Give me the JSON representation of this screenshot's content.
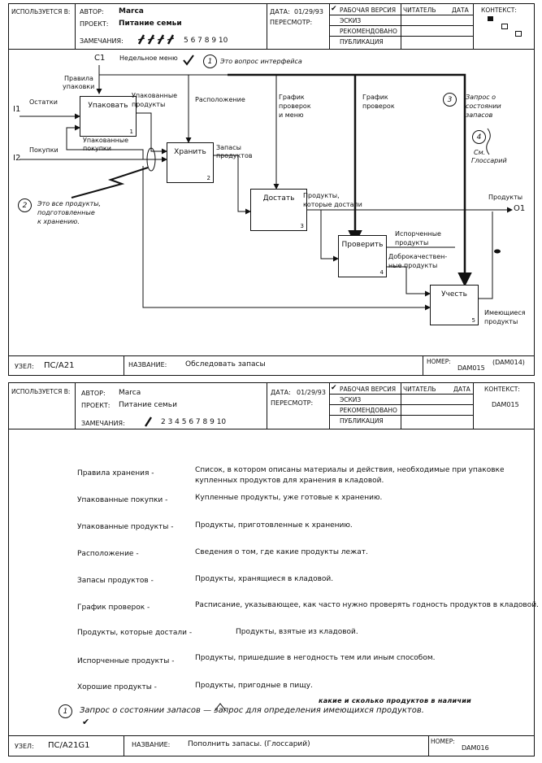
{
  "page1": {
    "header": {
      "used_at": "ИСПОЛЬЗУЕТСЯ В:",
      "author_label": "АВТОР:",
      "author": "Marca",
      "project_label": "ПРОЕКТ:",
      "project": "Питание семьи",
      "date_label": "ДАТА:",
      "date": "01/29/93",
      "revision_label": "ПЕРЕСМОТР:",
      "notes_label": "ЗАМЕЧАНИЯ:",
      "notes_numbers": "5   6   7   8   9   10",
      "status_working": "РАБОЧАЯ ВЕРСИЯ",
      "status_draft": "ЭСКИЗ",
      "status_recommended": "РЕКОМЕНДОВАНО",
      "status_publication": "ПУБЛИКАЦИЯ",
      "reader_label": "ЧИТАТЕЛЬ",
      "reader_date_label": "ДАТА",
      "context_label": "КОНТЕКСТ:",
      "check_mark": "✔"
    },
    "diagram": {
      "c1": "C1",
      "weekly_menu": "Недельное меню",
      "ann1_num": "1",
      "ann1_text": "Это вопрос интерфейса",
      "ann2_num": "2",
      "ann2_text_1": "Это все продукты,",
      "ann2_text_2": "подготовленные",
      "ann2_text_3": "к хранению.",
      "ann3_num": "3",
      "ann3_text_1": "Запрос о",
      "ann3_text_2": "состоянии",
      "ann3_text_3": "запасов",
      "ann4_num": "4",
      "ann4_text_1": "См.",
      "ann4_text_2": "Глоссарий",
      "i1": "I1",
      "i1_label": "Остатки",
      "i2": "I2",
      "i2_label": "Покупки",
      "pack_rules_1": "Правила",
      "pack_rules_2": "упаковки",
      "packed_products_1": "Упакованные",
      "packed_products_2": "продукты",
      "packed_purchases_1": "Упакованные",
      "packed_purchases_2": "покупки",
      "location": "Расположение",
      "stock_1": "Запасы",
      "stock_2": "продуктов",
      "schedule_menu_1": "График",
      "schedule_menu_2": "проверок",
      "schedule_menu_3": "и меню",
      "schedule_1": "График",
      "schedule_2": "проверок",
      "taken_1": "Продукты,",
      "taken_2": "которые достали",
      "products": "Продукты",
      "o1": "O1",
      "spoiled_1": "Испорченные",
      "spoiled_2": "продукты",
      "good_1": "Доброкачествен-",
      "good_2": "ные продукты",
      "available_1": "Имеющиеся",
      "available_2": "продукты",
      "boxes": [
        {
          "name": "Упаковать",
          "num": "1"
        },
        {
          "name": "Хранить",
          "num": "2"
        },
        {
          "name": "Достать",
          "num": "3"
        },
        {
          "name": "Проверить",
          "num": "4"
        },
        {
          "name": "Учесть",
          "num": "5"
        }
      ]
    },
    "footer": {
      "node_label": "УЗЕЛ:",
      "node": "ПС/А21",
      "title_label": "НАЗВАНИЕ:",
      "title": "Обследовать запасы",
      "number_label": "НОМЕР:",
      "number": "DAM015",
      "number_ref": "(DAM014)"
    }
  },
  "page2": {
    "header": {
      "used_at": "ИСПОЛЬЗУЕТСЯ В:",
      "author_label": "АВТОР:",
      "author": "Marca",
      "project_label": "ПРОЕКТ:",
      "project": "Питание семьи",
      "date_label": "ДАТА:",
      "date": "01/29/93",
      "revision_label": "ПЕРЕСМОТР:",
      "notes_label": "ЗАМЕЧАНИЯ:",
      "notes_numbers": "2   3   4   5   6   7   8   9   10",
      "status_working": "РАБОЧАЯ ВЕРСИЯ",
      "status_draft": "ЭСКИЗ",
      "status_recommended": "РЕКОМЕНДОВАНО",
      "status_publication": "ПУБЛИКАЦИЯ",
      "reader_label": "ЧИТАТЕЛЬ",
      "reader_date_label": "ДАТА",
      "context_label": "КОНТЕКСТ:",
      "context_value": "DAM015",
      "check_mark": "✔"
    },
    "glossary": [
      {
        "term": "Правила хранения -",
        "def": "Список, в котором описаны материалы и действия, необходимые при упаковке",
        "def2": "купленных продуктов для хранения в кладовой."
      },
      {
        "term": "Упакованные покупки -",
        "def": "Купленные продукты, уже готовые к хранению.",
        "def2": ""
      },
      {
        "term": "Упакованные продукты -",
        "def": "Продукты, приготовленные к хранению.",
        "def2": ""
      },
      {
        "term": "Расположение -",
        "def": "Сведения о том, где какие продукты лежат.",
        "def2": ""
      },
      {
        "term": "Запасы продуктов -",
        "def": "Продукты, хранящиеся в кладовой.",
        "def2": ""
      },
      {
        "term": "График проверок -",
        "def": "Расписание, указывающее, как часто нужно проверять годность продуктов в кладовой.",
        "def2": ""
      },
      {
        "term": "Продукты, которые достали -",
        "def": "Продукты, взятые из кладовой.",
        "def2": ""
      },
      {
        "term": "Испорченные продукты -",
        "def": "Продукты, пришедшие в негодность тем или иным способом.",
        "def2": ""
      },
      {
        "term": "Хорошие продукты -",
        "def": "Продукты, пригодные в пищу.",
        "def2": ""
      }
    ],
    "note_insert": "какие и сколько продуктов в наличии",
    "note_num": "1",
    "note_text": "Запрос о состоянии запасов — запрос для определения имеющихся продуктов.",
    "note_check": "✔",
    "footer": {
      "node_label": "УЗЕЛ:",
      "node": "ПС/А21G1",
      "title_label": "НАЗВАНИЕ:",
      "title": "Пополнить запасы. (Глоссарий)",
      "number_label": "НОМЕР:",
      "number": "DAM016"
    }
  }
}
